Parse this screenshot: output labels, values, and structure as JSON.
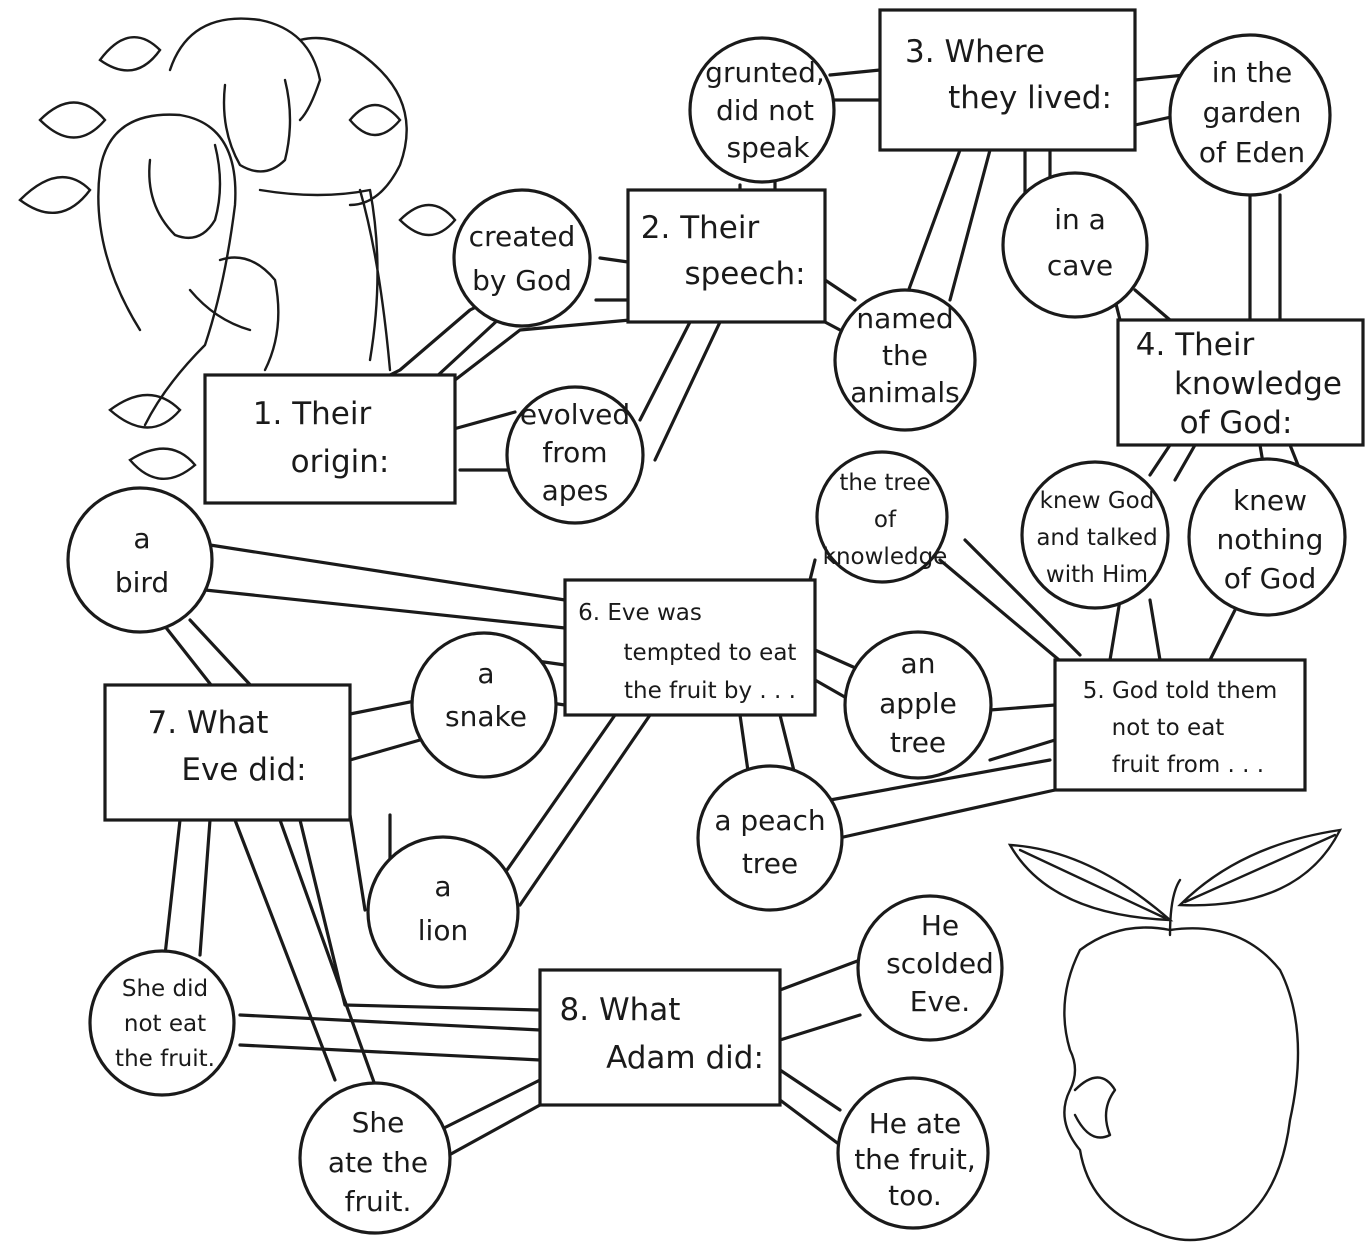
{
  "questions": [
    {
      "id": "q1",
      "lines": [
        "1. Their",
        "origin:"
      ]
    },
    {
      "id": "q2",
      "lines": [
        "2. Their",
        "speech:"
      ]
    },
    {
      "id": "q3",
      "lines": [
        "3. Where",
        "they lived:"
      ]
    },
    {
      "id": "q4",
      "lines": [
        "4. Their",
        "knowledge",
        "of God:"
      ]
    },
    {
      "id": "q5",
      "lines": [
        "5. God told them",
        "not to eat",
        "fruit from . . ."
      ]
    },
    {
      "id": "q6",
      "lines": [
        "6. Eve was",
        "tempted to eat",
        "the fruit by . . ."
      ]
    },
    {
      "id": "q7",
      "lines": [
        "7. What",
        "Eve did:"
      ]
    },
    {
      "id": "q8",
      "lines": [
        "8. What",
        "Adam did:"
      ]
    }
  ],
  "answers": [
    {
      "id": "a-created-by-god",
      "lines": [
        "created",
        "by God"
      ]
    },
    {
      "id": "a-evolved-from-apes",
      "lines": [
        "evolved",
        "from",
        "apes"
      ]
    },
    {
      "id": "a-grunted",
      "lines": [
        "grunted,",
        "did not",
        "speak"
      ]
    },
    {
      "id": "a-named-animals",
      "lines": [
        "named",
        "the",
        "animals"
      ]
    },
    {
      "id": "a-garden-of-eden",
      "lines": [
        "in the",
        "garden",
        "of Eden"
      ]
    },
    {
      "id": "a-in-a-cave",
      "lines": [
        "in a",
        "cave"
      ]
    },
    {
      "id": "a-knew-god",
      "lines": [
        "knew God",
        "and talked",
        "with Him"
      ]
    },
    {
      "id": "a-knew-nothing",
      "lines": [
        "knew",
        "nothing",
        "of God"
      ]
    },
    {
      "id": "a-tree-of-knowledge",
      "lines": [
        "the tree",
        "of",
        "knowledge"
      ]
    },
    {
      "id": "a-apple-tree",
      "lines": [
        "an",
        "apple",
        "tree"
      ]
    },
    {
      "id": "a-peach-tree",
      "lines": [
        "a peach",
        "tree"
      ]
    },
    {
      "id": "a-bird",
      "lines": [
        "a",
        "bird"
      ]
    },
    {
      "id": "a-snake",
      "lines": [
        "a",
        "snake"
      ]
    },
    {
      "id": "a-lion",
      "lines": [
        "a",
        "lion"
      ]
    },
    {
      "id": "a-did-not-eat",
      "lines": [
        "She did",
        "not eat",
        "the fruit."
      ]
    },
    {
      "id": "a-she-ate",
      "lines": [
        "She",
        "ate the",
        "fruit."
      ]
    },
    {
      "id": "a-scolded-eve",
      "lines": [
        "He",
        "scolded",
        "Eve."
      ]
    },
    {
      "id": "a-he-ate",
      "lines": [
        "He ate",
        "the fruit,",
        "too."
      ]
    }
  ],
  "illustrations": {
    "people": "adam-and-eve-illustration",
    "fruit": "bitten-apple-illustration"
  },
  "colors": {
    "ink": "#1a1a1a",
    "paper": "#ffffff"
  }
}
